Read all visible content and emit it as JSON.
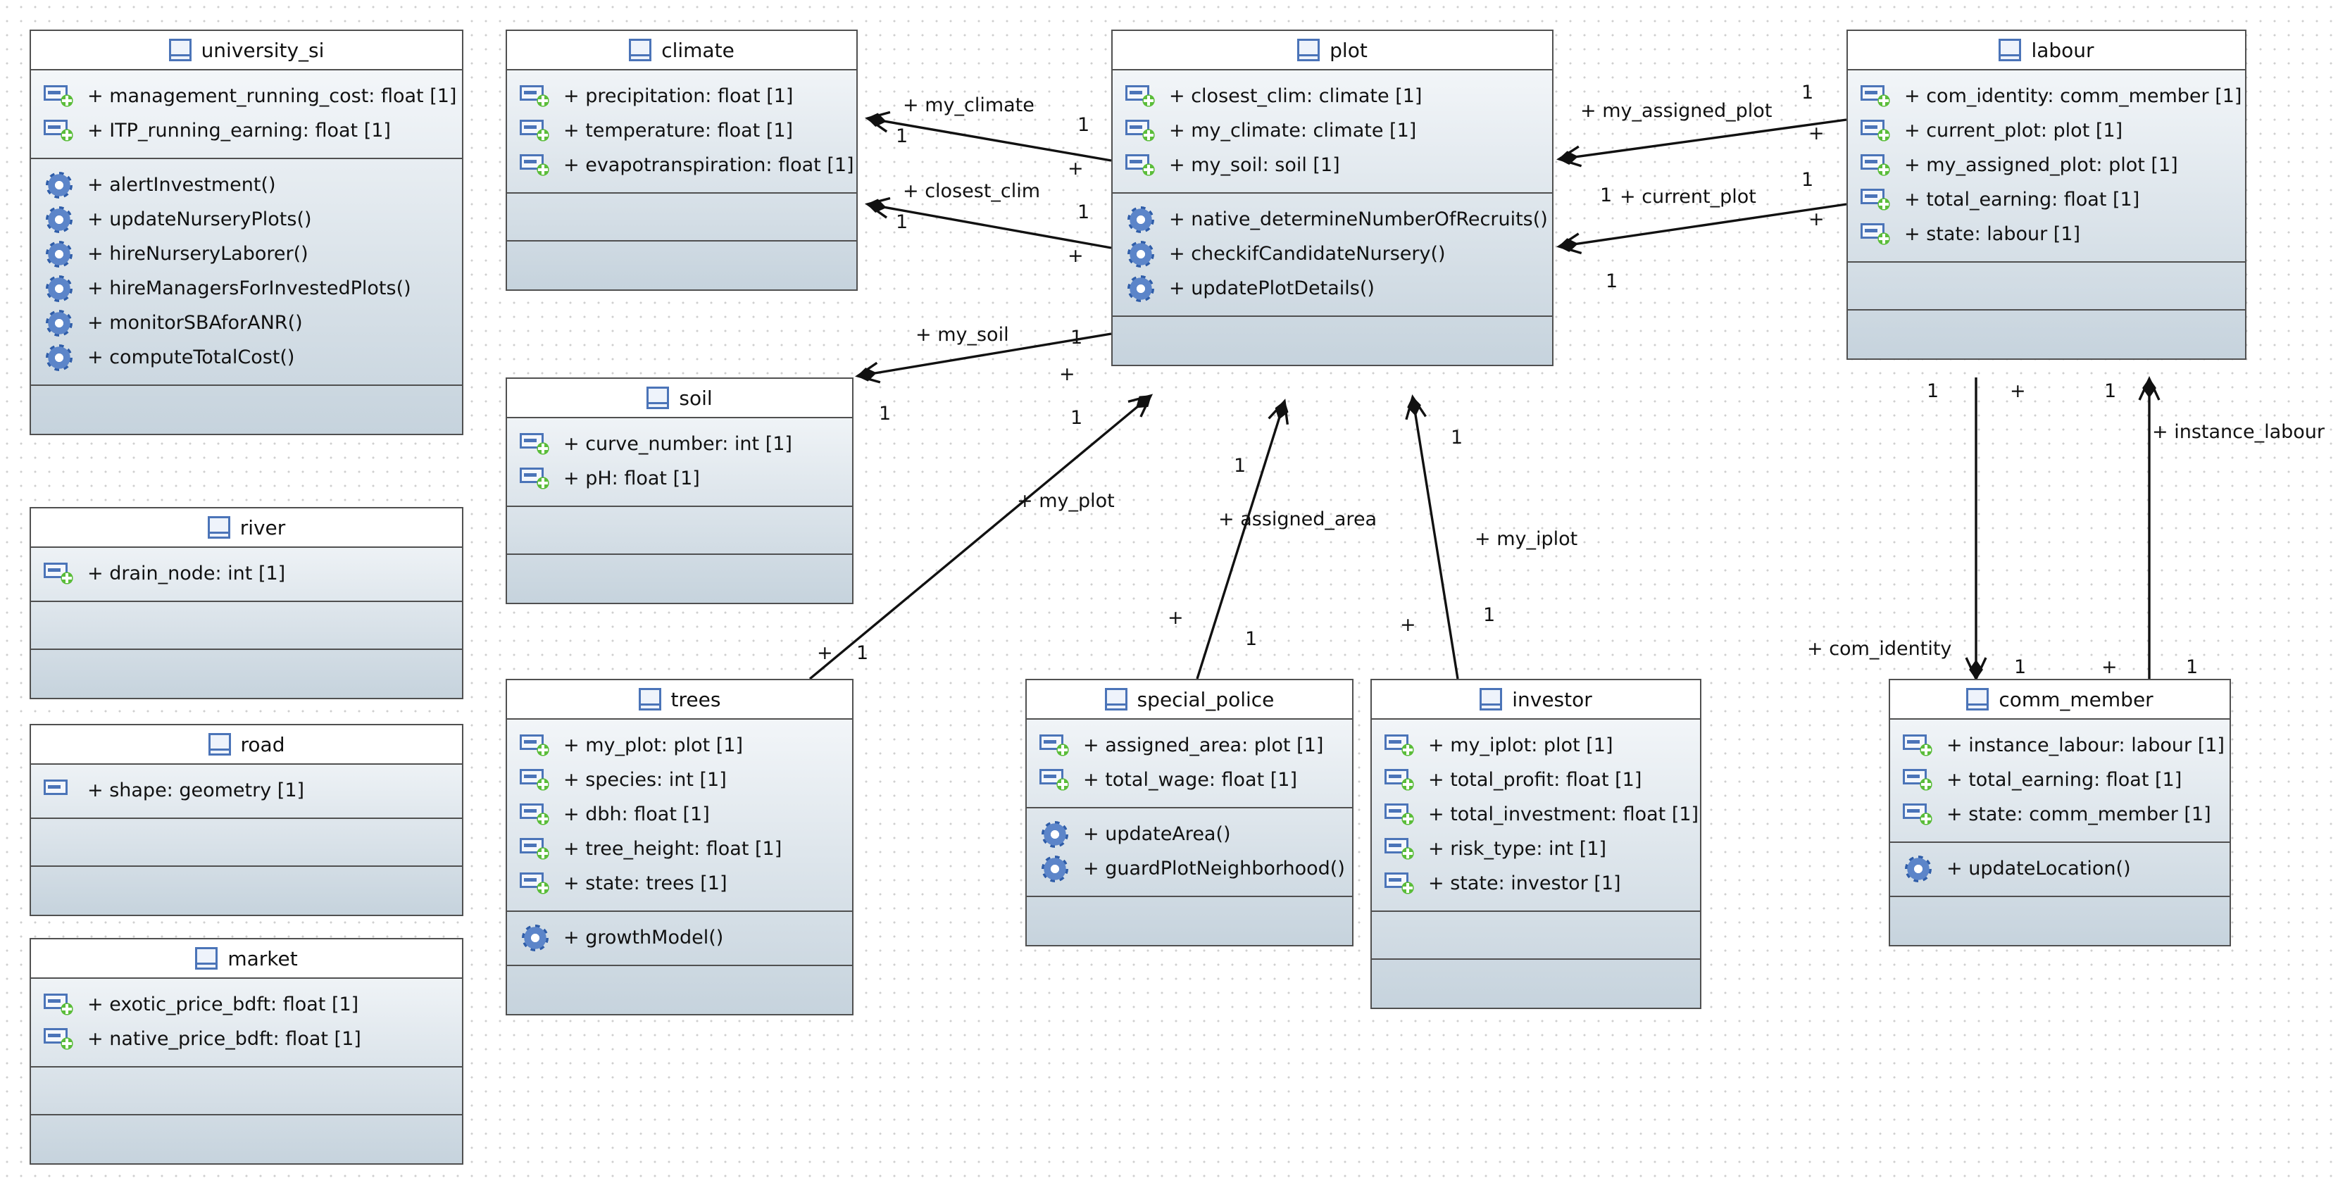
{
  "diagram": {
    "classes": {
      "university_si": {
        "name": "university_si",
        "attributes": [
          "+ management_running_cost: float [1]",
          "+ ITP_running_earning: float [1]"
        ],
        "operations": [
          "+ alertInvestment()",
          "+ updateNurseryPlots()",
          "+ hireNurseryLaborer()",
          "+ hireManagersForInvestedPlots()",
          "+ monitorSBAforANR()",
          "+ computeTotalCost()"
        ]
      },
      "river": {
        "name": "river",
        "attributes": [
          "+ drain_node: int [1]"
        ],
        "operations": []
      },
      "road": {
        "name": "road",
        "attributes": [
          "+ shape: geometry [1]"
        ],
        "operations": []
      },
      "market": {
        "name": "market",
        "attributes": [
          "+ exotic_price_bdft: float [1]",
          "+ native_price_bdft: float [1]"
        ],
        "operations": []
      },
      "climate": {
        "name": "climate",
        "attributes": [
          "+ precipitation: float [1]",
          "+ temperature: float [1]",
          "+ evapotranspiration: float [1]"
        ],
        "operations": []
      },
      "soil": {
        "name": "soil",
        "attributes": [
          "+ curve_number: int [1]",
          "+ pH: float [1]"
        ],
        "operations": []
      },
      "plot": {
        "name": "plot",
        "attributes": [
          "+ closest_clim: climate [1]",
          "+ my_climate: climate [1]",
          "+ my_soil: soil [1]"
        ],
        "operations": [
          "+ native_determineNumberOfRecruits()",
          "+ checkifCandidateNursery()",
          "+ updatePlotDetails()"
        ]
      },
      "labour": {
        "name": "labour",
        "attributes": [
          "+ com_identity: comm_member [1]",
          "+ current_plot: plot [1]",
          "+ my_assigned_plot: plot [1]",
          "+ total_earning: float [1]",
          "+ state: labour [1]"
        ],
        "operations": []
      },
      "trees": {
        "name": "trees",
        "attributes": [
          "+ my_plot: plot [1]",
          "+ species: int [1]",
          "+ dbh: float [1]",
          "+ tree_height: float [1]",
          "+ state: trees [1]"
        ],
        "operations": [
          "+ growthModel()"
        ]
      },
      "special_police": {
        "name": "special_police",
        "attributes": [
          "+ assigned_area: plot [1]",
          "+ total_wage: float [1]"
        ],
        "operations": [
          "+ updateArea()",
          "+ guardPlotNeighborhood()"
        ]
      },
      "investor": {
        "name": "investor",
        "attributes": [
          "+ my_iplot: plot [1]",
          "+ total_profit: float [1]",
          "+ total_investment: float [1]",
          "+ risk_type: int [1]",
          "+ state: investor [1]"
        ],
        "operations": []
      },
      "comm_member": {
        "name": "comm_member",
        "attributes": [
          "+ instance_labour: labour [1]",
          "+ total_earning: float [1]",
          "+ state: comm_member [1]"
        ],
        "operations": [
          "+ updateLocation()"
        ]
      }
    },
    "edge_labels": {
      "my_climate": "+ my_climate",
      "closest_clim": "+ closest_clim",
      "my_soil": "+ my_soil",
      "my_plot": "+ my_plot",
      "assigned_area": "+ assigned_area",
      "my_iplot": "+ my_iplot",
      "my_assigned_plot": "+ my_assigned_plot",
      "current_plot": "+ current_plot",
      "com_identity": "+ com_identity",
      "instance_labour": "+ instance_labour",
      "one": "1",
      "plus": "+"
    },
    "icons": {
      "class": "class-icon",
      "attribute": "attribute-icon",
      "attribute_plain": "attribute-plain-icon",
      "operation": "operation-gear-icon"
    },
    "colors": {
      "line": "#111111",
      "border": "#505050",
      "icon_blue": "#4b74b8",
      "icon_green": "#5bbd3a"
    }
  }
}
